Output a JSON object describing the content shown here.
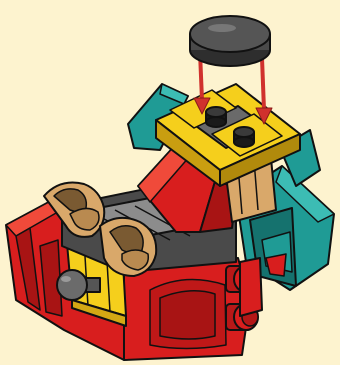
{
  "diagram": {
    "kind": "building-instruction-step",
    "background_color": "#fdf3cf",
    "new_part": {
      "name": "round-plate-dark-gray",
      "color": "#4a4a4a"
    },
    "arrow_color": "#d0312d",
    "arrow_count": 2,
    "colors": {
      "red": "#d81e1e",
      "yellow": "#f5cf1c",
      "teal": "#1f9b95",
      "tan": "#d9a86a",
      "gray": "#7c7c7c",
      "dark": "#2a2a2a"
    }
  }
}
